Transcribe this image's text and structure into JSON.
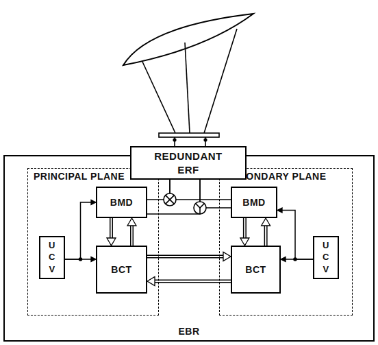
{
  "diagram": {
    "nodes": [
      {
        "text": [
          "REDUNDANT ERF"
        ]
      },
      {
        "text": [
          "EBR"
        ]
      },
      {
        "text": [
          "PRINCIPAL PLANE"
        ],
        "in": 1
      },
      {
        "text": [
          "BMD"
        ],
        "in": 2
      },
      {
        "text": [
          "BCT"
        ],
        "in": 2
      },
      {
        "text": [
          "UCV"
        ],
        "in": 2
      },
      {
        "text": [
          "SECONDARY PLANE"
        ],
        "in": 1
      },
      {
        "text": [
          "BMD"
        ],
        "in": 6
      },
      {
        "text": [
          "BCT"
        ],
        "in": 6
      },
      {
        "text": [
          "UCV"
        ],
        "in": 6
      }
    ],
    "edges": [
      {
        "from": 3,
        "to": 0,
        "arrow": "none"
      },
      {
        "from": 7,
        "to": 0,
        "arrow": "none"
      },
      {
        "from": 0,
        "to": 3,
        "arrow": "none"
      },
      {
        "from": 0,
        "to": 7,
        "arrow": "none"
      },
      {
        "from": 3,
        "to": 4,
        "arrow": "to"
      },
      {
        "from": 4,
        "to": 3,
        "arrow": "to"
      },
      {
        "from": 7,
        "to": 8,
        "arrow": "to"
      },
      {
        "from": 8,
        "to": 7,
        "arrow": "to"
      },
      {
        "from": 4,
        "to": 8,
        "arrow": "to"
      },
      {
        "from": 8,
        "to": 4,
        "arrow": "to"
      },
      {
        "from": 5,
        "to": 4,
        "arrow": "to"
      },
      {
        "from": 5,
        "to": 3,
        "arrow": "to"
      },
      {
        "from": 9,
        "to": 8,
        "arrow": "to"
      },
      {
        "from": 9,
        "to": 7,
        "arrow": "to"
      }
    ]
  }
}
